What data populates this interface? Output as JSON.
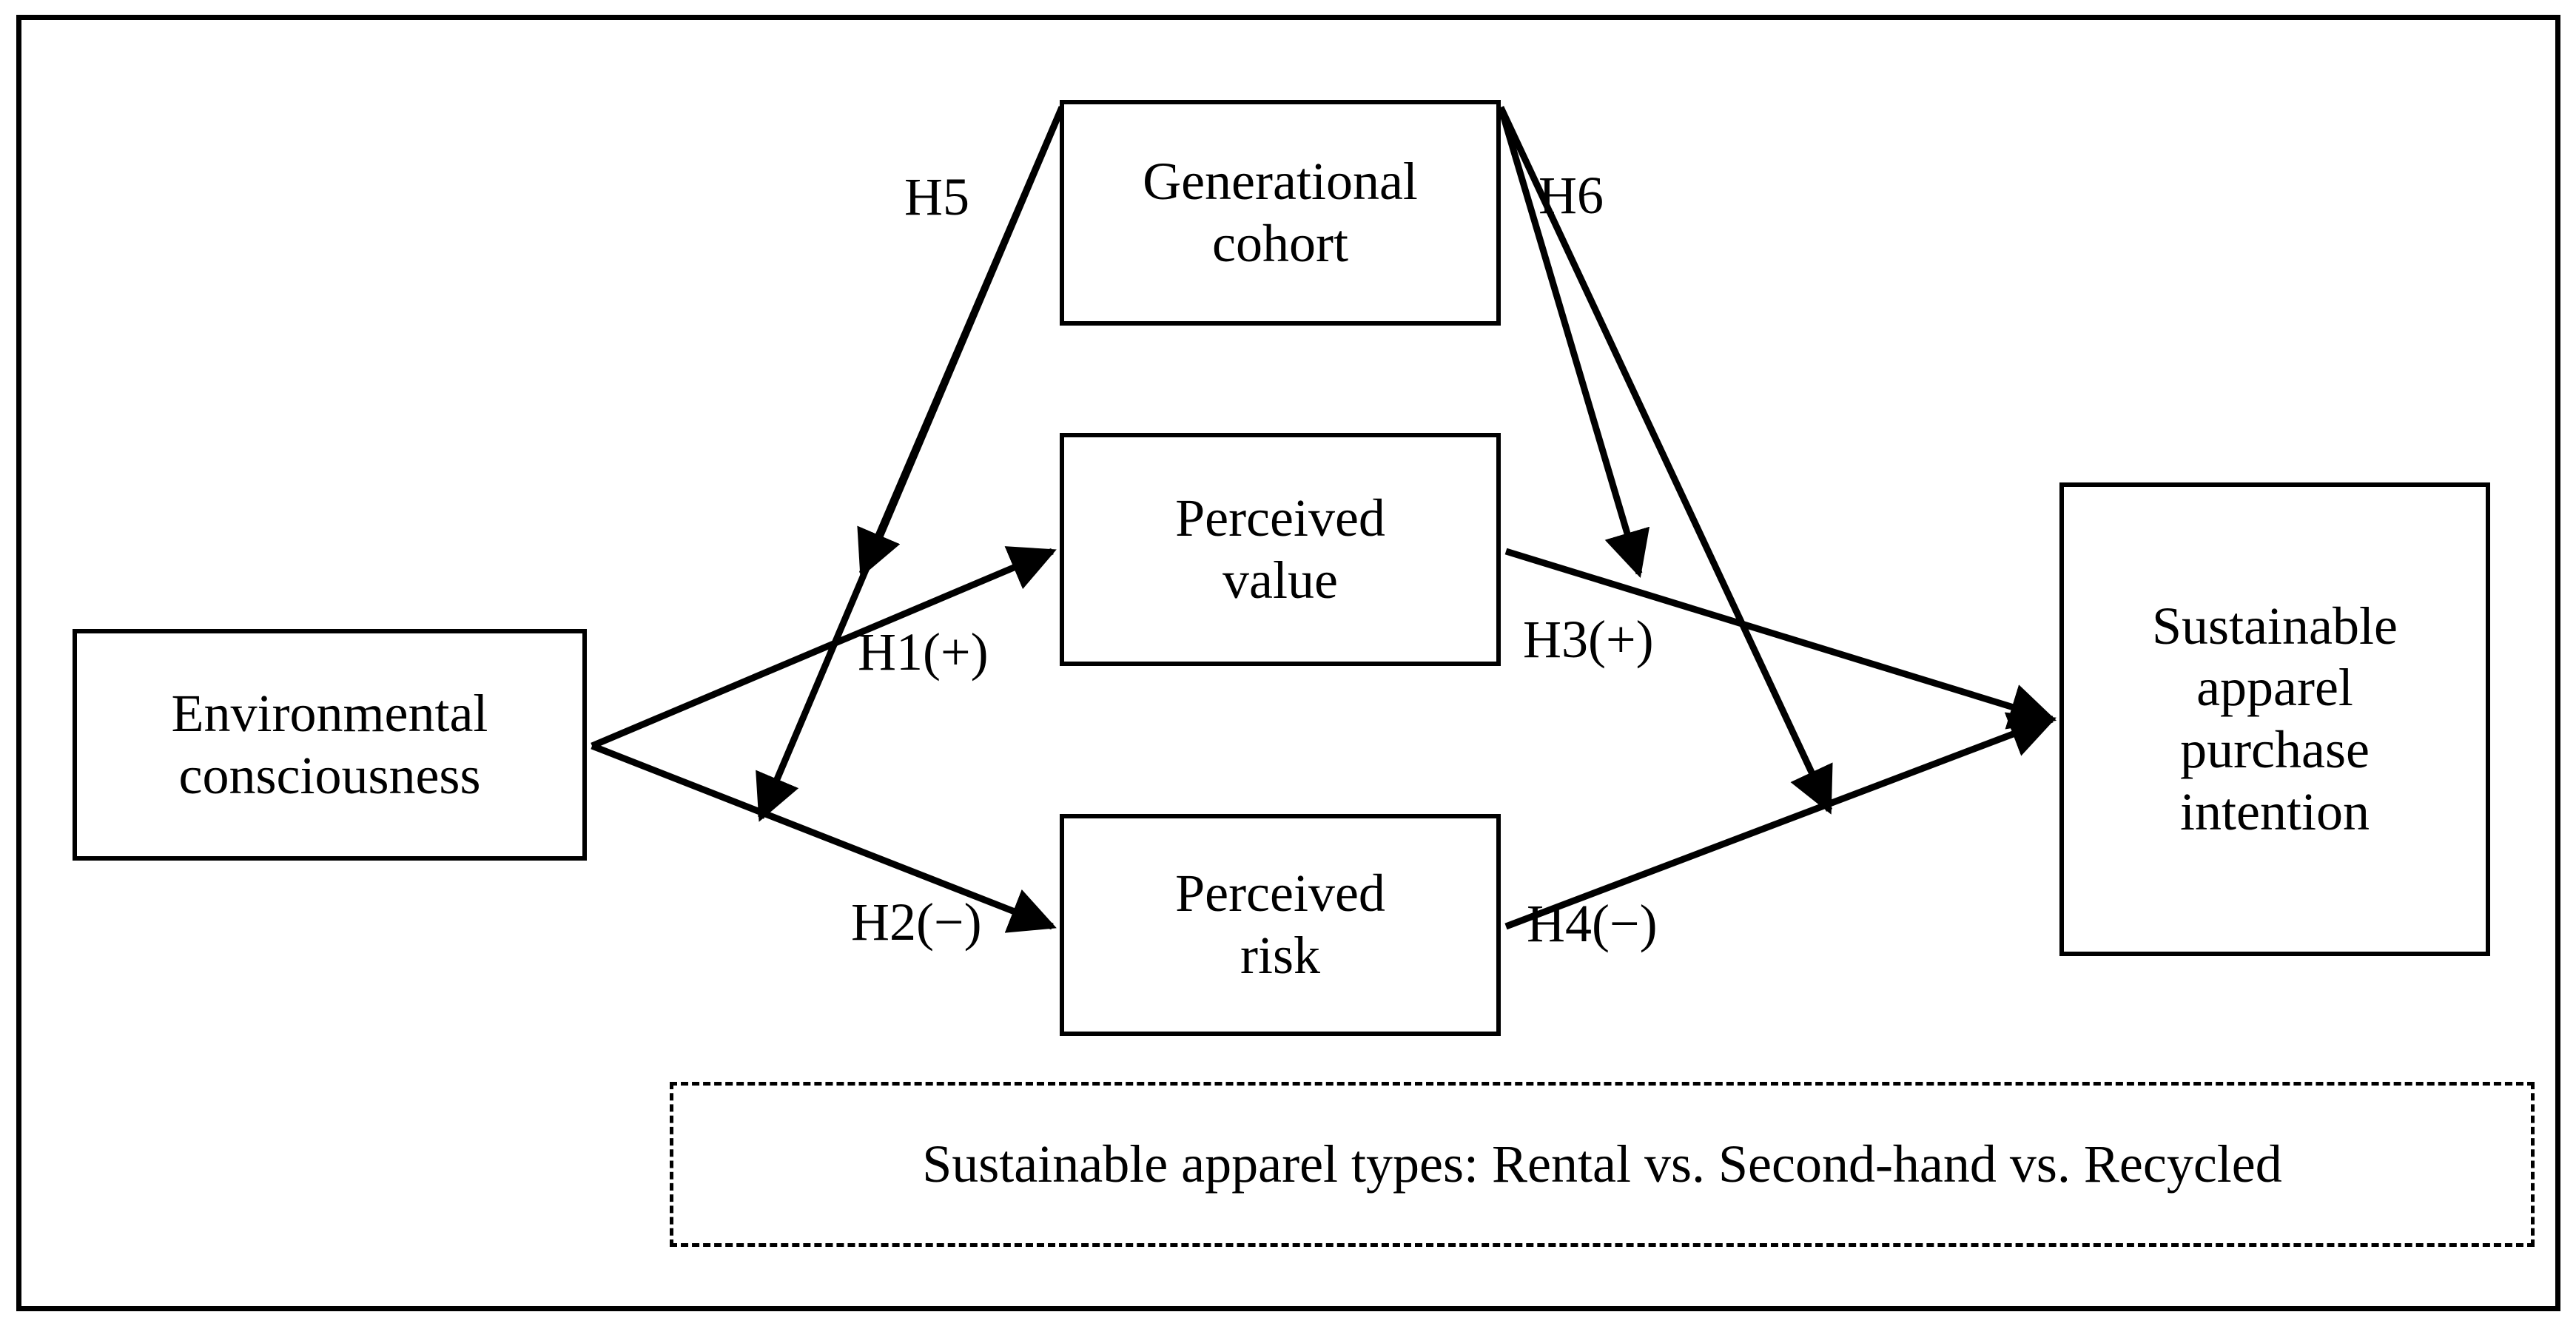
{
  "figure": {
    "type": "conceptual-research-model",
    "nodes": {
      "generational_cohort": "Generational\ncohort",
      "perceived_value": "Perceived\nvalue",
      "perceived_risk": "Perceived\nrisk",
      "environmental_consciousness": "Environmental\nconsciousness",
      "purchase_intention": "Sustainable\napparel\npurchase\nintention",
      "apparel_types": "Sustainable apparel types: Rental vs. Second-hand vs. Recycled"
    },
    "hypotheses": {
      "h1": "H1(+)",
      "h2": "H2(−)",
      "h3": "H3(+)",
      "h4": "H4(−)",
      "h5": "H5",
      "h6": "H6"
    },
    "paths": [
      {
        "id": "h1",
        "label": "H1(+)",
        "from": "environmental_consciousness",
        "to": "perceived_value",
        "sign": "+"
      },
      {
        "id": "h2",
        "label": "H2(−)",
        "from": "environmental_consciousness",
        "to": "perceived_risk",
        "sign": "−"
      },
      {
        "id": "h3",
        "label": "H3(+)",
        "from": "perceived_value",
        "to": "purchase_intention",
        "sign": "+"
      },
      {
        "id": "h4",
        "label": "H4(−)",
        "from": "perceived_risk",
        "to": "purchase_intention",
        "sign": "−"
      },
      {
        "id": "h5",
        "label": "H5",
        "from": "generational_cohort",
        "to": "h1-path, h2-path",
        "sign": "moderation"
      },
      {
        "id": "h6",
        "label": "H6",
        "from": "generational_cohort",
        "to": "h3-path, h4-path",
        "sign": "moderation"
      }
    ],
    "colors": {
      "stroke": "#000000",
      "fill": "#ffffff",
      "text": "#000000"
    }
  }
}
